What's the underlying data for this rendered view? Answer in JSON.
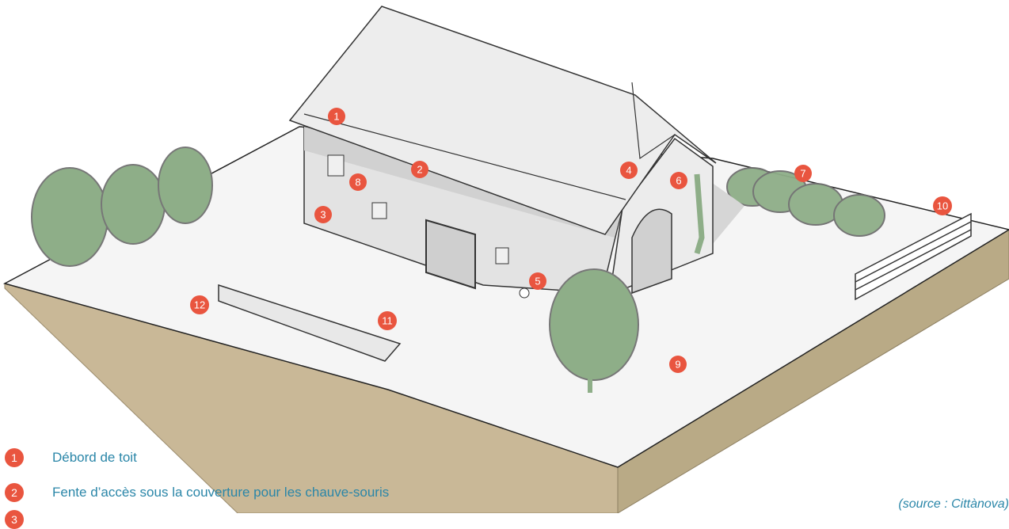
{
  "markers": [
    "1",
    "2",
    "3",
    "4",
    "5",
    "6",
    "7",
    "8",
    "9",
    "10",
    "11",
    "12"
  ],
  "legend": [
    {
      "num": "1",
      "text": "Débord de toit"
    },
    {
      "num": "2",
      "text": "Fente d’accès sous la couverture pour les chauve-souris"
    },
    {
      "num": "3",
      "text": ""
    }
  ],
  "source": "(source : Cittànova)",
  "colors": {
    "marker": "#e9553f",
    "legend_text": "#2a86a8",
    "ground": "#f4f4f4",
    "soil": "#c4b593",
    "tree_fill": "#8eae88",
    "wall": "#e2e2e2"
  }
}
